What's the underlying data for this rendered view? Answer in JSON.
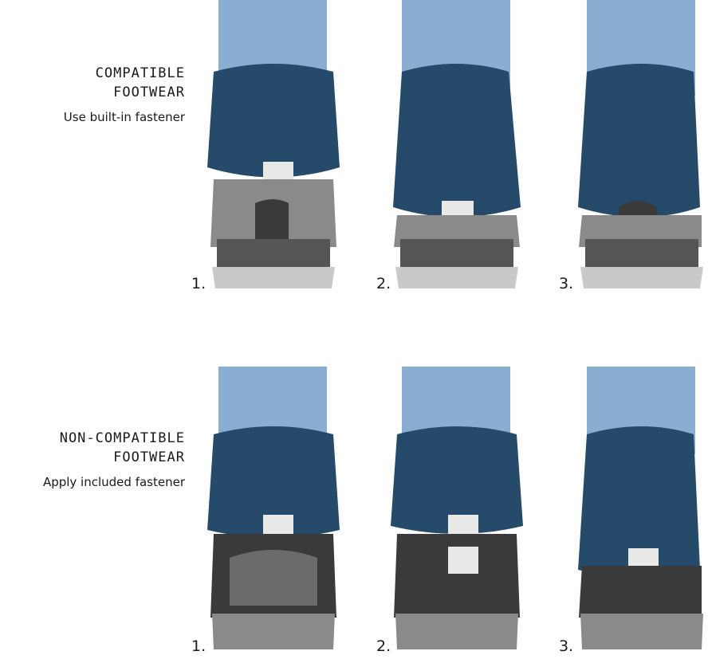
{
  "sections": [
    {
      "heading": "COMPATIBLE\nFOOTWEAR",
      "instruction": "Use built-in fastener",
      "steps": [
        "1.",
        "2.",
        "3."
      ]
    },
    {
      "heading": "NON-COMPATIBLE\nFOOTWEAR",
      "instruction": "Apply included fastener",
      "steps": [
        "1.",
        "2.",
        "3."
      ]
    }
  ],
  "colors": {
    "sock": "#8aaed1",
    "gaiter": "#254a6a",
    "fastener": "#e8e8e6",
    "shoe_gray": "#8a8a8a",
    "shoe_black": "#3a3a3a"
  }
}
